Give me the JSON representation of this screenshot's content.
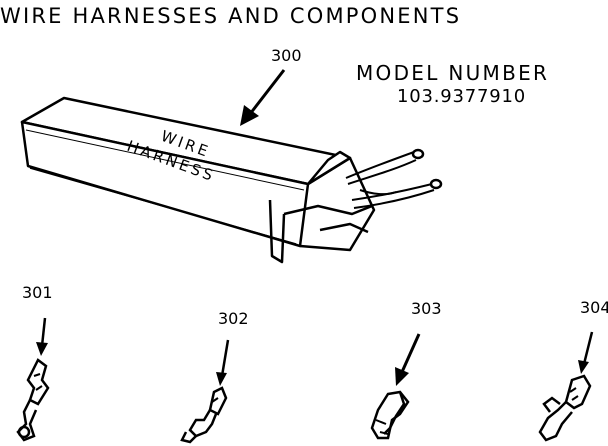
{
  "header": {
    "title": "WIRE HARNESSES AND COMPONENTS"
  },
  "model": {
    "label": "MODEL NUMBER",
    "number": "103.9377910"
  },
  "harness": {
    "callout": "300",
    "box_text_line1": "WIRE",
    "box_text_line2": "HARNESS"
  },
  "parts": [
    {
      "callout": "301",
      "icon": "terminal-connector-icon"
    },
    {
      "callout": "302",
      "icon": "terminal-connector-icon"
    },
    {
      "callout": "303",
      "icon": "terminal-clip-icon"
    },
    {
      "callout": "304",
      "icon": "terminal-connector-icon"
    }
  ],
  "colors": {
    "ink": "#000000",
    "paper": "#ffffff"
  }
}
